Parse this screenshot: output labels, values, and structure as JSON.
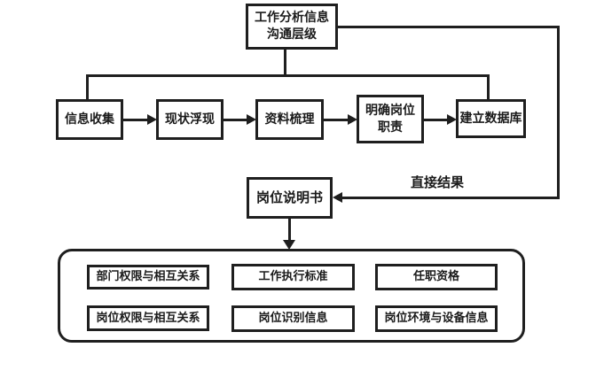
{
  "colors": {
    "line": "#1f1f1f",
    "background": "#ffffff",
    "text": "#1a1a1a"
  },
  "top_box": {
    "line1": "工作分析信息",
    "line2": "沟通层级"
  },
  "steps": [
    {
      "label": "信息收集"
    },
    {
      "label": "现状浮现"
    },
    {
      "label": "资料梳理"
    },
    {
      "line1": "明确岗位",
      "line2": "职责"
    },
    {
      "label": "建立数据库"
    }
  ],
  "result_box": {
    "label": "岗位说明书"
  },
  "annotations": {
    "direct_result": "直接结果"
  },
  "outputs": {
    "row1": [
      "部门权限与相互关系",
      "工作执行标准",
      "任职资格"
    ],
    "row2": [
      "岗位权限与相互关系",
      "岗位识别信息",
      "岗位环境与设备信息"
    ]
  }
}
